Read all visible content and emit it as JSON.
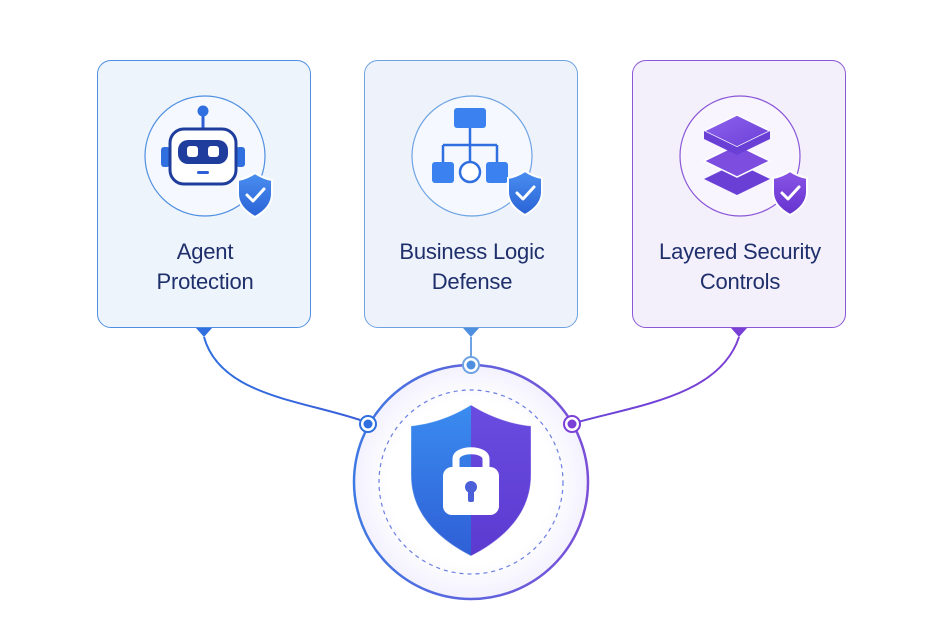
{
  "cards": [
    {
      "id": "agent",
      "icon": "robot-shield-icon",
      "label_lines": [
        "Agent",
        "Protection"
      ]
    },
    {
      "id": "business",
      "icon": "flowchart-shield-icon",
      "label_lines": [
        "Business Logic",
        "Defense"
      ]
    },
    {
      "id": "layered",
      "icon": "layers-shield-icon",
      "label_lines": [
        "Layered Security",
        "Controls"
      ]
    }
  ],
  "hub": {
    "icon": "shield-lock-icon"
  },
  "colors": {
    "blue": "#2f6fe0",
    "light_blue": "#4f8fe0",
    "purple": "#7a3fd6",
    "label": "#1e2f6b"
  }
}
